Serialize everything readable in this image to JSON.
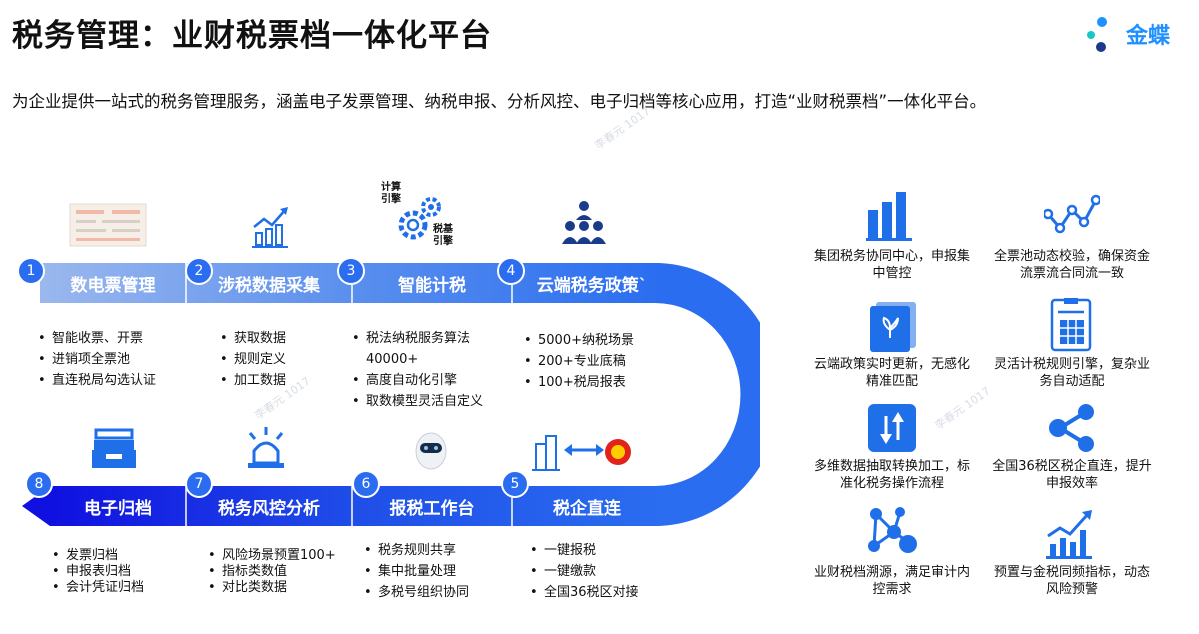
{
  "title": "税务管理：业财税票档一体化平台",
  "subtitle": "为企业提供一站式的税务管理服务，涵盖电子发票管理、纳税申报、分析风控、电子归档等核心应用，打造“业财税票档”一体化平台。",
  "logo": {
    "text": "金蝶",
    "color": "#1e90ff"
  },
  "watermark": "李春元 1017",
  "engine_labels": {
    "calc": "计算\n引擎",
    "tax": "税基\n引擎"
  },
  "stages": [
    {
      "num": "1",
      "label": "数电票管理",
      "items": [
        "智能收票、开票",
        "进销项全票池",
        "直连税局勾选认证"
      ]
    },
    {
      "num": "2",
      "label": "涉税数据采集",
      "items": [
        "获取数据",
        "规则定义",
        "加工数据"
      ]
    },
    {
      "num": "3",
      "label": "智能计税",
      "items": [
        "税法纳税服务算法40000+",
        "高度自动化引擎",
        "取数模型灵活自定义"
      ]
    },
    {
      "num": "4",
      "label": "云端税务政策`",
      "items": [
        "5000+纳税场景",
        "200+专业底稿",
        "100+税局报表"
      ]
    },
    {
      "num": "5",
      "label": "税企直连",
      "items": [
        "一键报税",
        "一键缴款",
        "全国36税区对接"
      ]
    },
    {
      "num": "6",
      "label": "报税工作台",
      "items": [
        "税务规则共享",
        "集中批量处理",
        "多税号组织协同"
      ]
    },
    {
      "num": "7",
      "label": "税务风控分析",
      "items": [
        "风险场景预置100+",
        "指标类数值",
        "对比类数据"
      ]
    },
    {
      "num": "8",
      "label": "电子归档",
      "items": [
        "发票归档",
        "申报表归档",
        "会计凭证归档"
      ]
    }
  ],
  "features": [
    {
      "icon": "bar-chart-icon",
      "text": "集团税务协同中心，申报集中管控"
    },
    {
      "icon": "line-trend-icon",
      "text": "全票池动态校验，确保资金流票流合同流一致"
    },
    {
      "icon": "policy-doc-icon",
      "text": "云端政策实时更新，无感化精准匹配"
    },
    {
      "icon": "calculator-doc-icon",
      "text": "灵活计税规则引擎，复杂业务自动适配"
    },
    {
      "icon": "convert-icon",
      "text": "多维数据抽取转换加工，标准化税务操作流程"
    },
    {
      "icon": "share-icon",
      "text": "全国36税区税企直连，提升申报效率"
    },
    {
      "icon": "network-icon",
      "text": "业财税档溯源，满足审计内控需求"
    },
    {
      "icon": "growth-chart-icon",
      "text": "预置与金税同频指标，动态风险预警"
    }
  ]
}
